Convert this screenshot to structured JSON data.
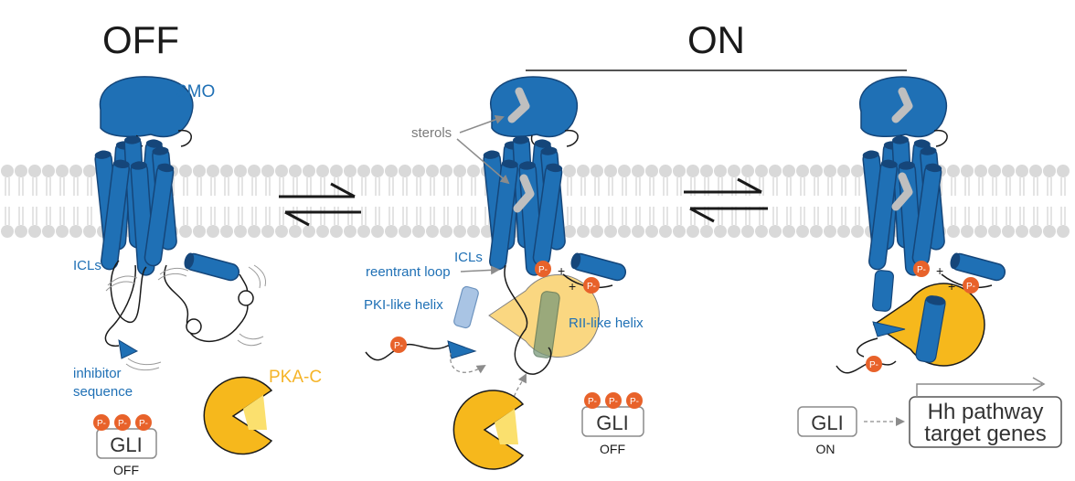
{
  "states": {
    "off_title": "OFF",
    "on_title": "ON"
  },
  "labels": {
    "smo": "SMO",
    "pka_c": "PKA-C",
    "icls": "ICLs",
    "inhibitor_line1": "inhibitor",
    "inhibitor_line2": "sequence",
    "sterols": "sterols",
    "reentrant_loop": "reentrant loop",
    "pki_like_helix": "PKI-like helix",
    "rii_like_helix": "RII-like helix",
    "phospho": "P-",
    "plus": "+"
  },
  "gli": {
    "label": "GLI",
    "state_off": "OFF",
    "state_on": "ON"
  },
  "target": {
    "line1": "Hh pathway",
    "line2": "target genes"
  },
  "colors": {
    "smo_blue": "#1f70b5",
    "smo_dark": "#15467a",
    "pka_yellow": "#f6b81c",
    "pka_light": "#fbe06e",
    "phospho_orange": "#e8622a",
    "membrane_grey": "#d9d9d9",
    "sterol_grey": "#bfbfbf",
    "helix_light_blue": "#a9c4e4"
  },
  "icons": {
    "equilibrium": "equilibrium-arrows-icon",
    "transcription": "bent-arrow-icon"
  }
}
